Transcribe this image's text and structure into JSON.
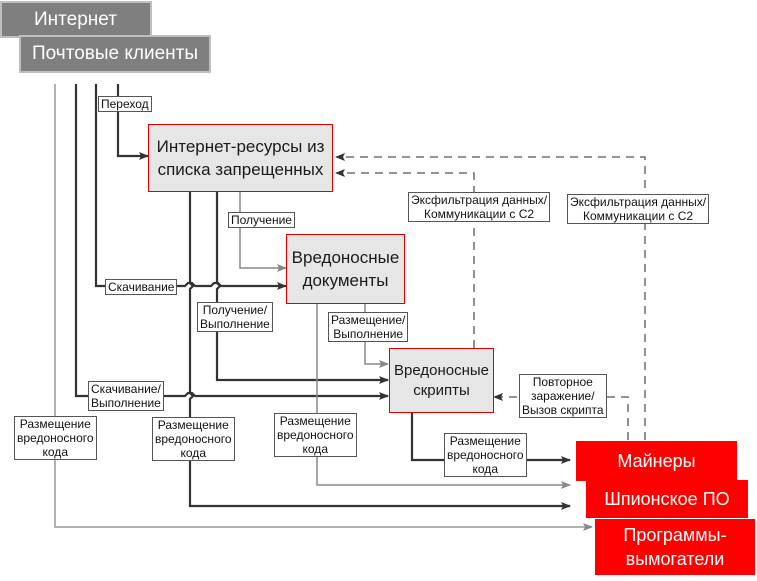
{
  "sources": {
    "internet": "Интернет",
    "mail_clients": "Почтовые клиенты"
  },
  "processes": {
    "blacklisted_resources": [
      "Интернет-ресурсы из",
      "списка запрещенных"
    ],
    "malicious_docs": [
      "Вредоносные",
      "документы"
    ],
    "malicious_scripts": [
      "Вредоносные",
      "скрипты"
    ]
  },
  "threats": {
    "miners": "Майнеры",
    "spyware": "Шпионское ПО",
    "ransomware": [
      "Программы-",
      "вымогатели"
    ]
  },
  "edge_labels": {
    "transition": "Переход",
    "receive": "Получение",
    "download": "Скачивание",
    "receive_exec": [
      "Получение/",
      "Выполнение"
    ],
    "placement_exec": [
      "Размещение/",
      "Выполнение"
    ],
    "download_exec": [
      "Скачивание/",
      "Выполнение"
    ],
    "exfil_1": [
      "Эксфильтрация данных/",
      "Коммуникации с С2"
    ],
    "exfil_2": [
      "Эксфильтрация данных/",
      "Коммуникации с С2"
    ],
    "reinfection": [
      "Повторное",
      "заражение/",
      "Вызов скрипта"
    ],
    "placement_code_1": [
      "Размещение",
      "вредоносного",
      "кода"
    ],
    "placement_code_2": [
      "Размещение",
      "вредоносного",
      "кода"
    ],
    "placement_code_3": [
      "Размещение",
      "вредоносного",
      "кода"
    ],
    "placement_code_4": [
      "Размещение",
      "вредоносного",
      "кода"
    ]
  },
  "colors": {
    "source_fill": "#7f7f7f",
    "process_fill": "#e6e6e6",
    "process_border": "#e00000",
    "threat_fill": "#ff0000",
    "wire_dark": "#333333",
    "wire_light": "#8c8c8c"
  }
}
